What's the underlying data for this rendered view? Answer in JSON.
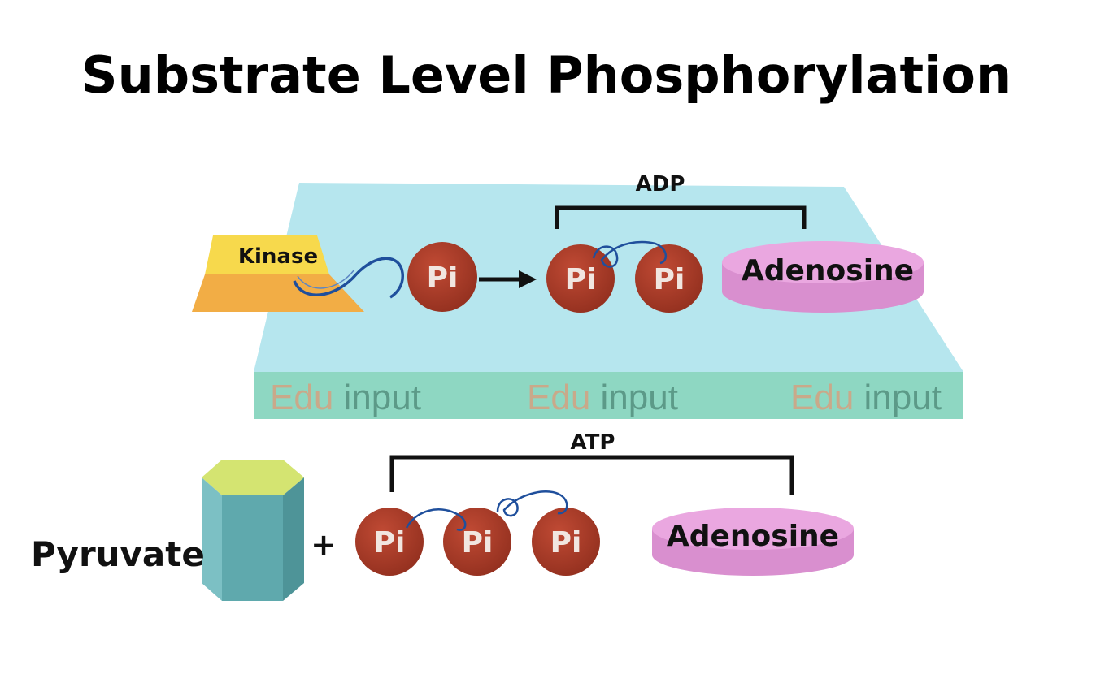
{
  "title": "Substrate Level Phosphorylation",
  "adp": {
    "label": "ADP",
    "enzyme_label": "Kinase",
    "phosphate_label": "Pi",
    "adenosine_label": "Adenosine"
  },
  "atp": {
    "label": "ATP",
    "substrate_label": "Pyruvate",
    "plus": "+",
    "phosphate_label": "Pi",
    "adenosine_label": "Adenosine"
  },
  "watermark": {
    "part1": "Edu",
    "part2": "input"
  },
  "colors": {
    "platform_top": "#b6e6ee",
    "platform_front": "#8ed7c2",
    "kinase_top": "#f7d94c",
    "kinase_front": "#f2ad45",
    "phosphate": "#a83826",
    "adenosine": "#e79fdb",
    "prism_side": "#5fa9ad",
    "prism_top": "#d4e471",
    "watermark_edu": "#c9a98a",
    "watermark_input": "#5c9a88"
  }
}
